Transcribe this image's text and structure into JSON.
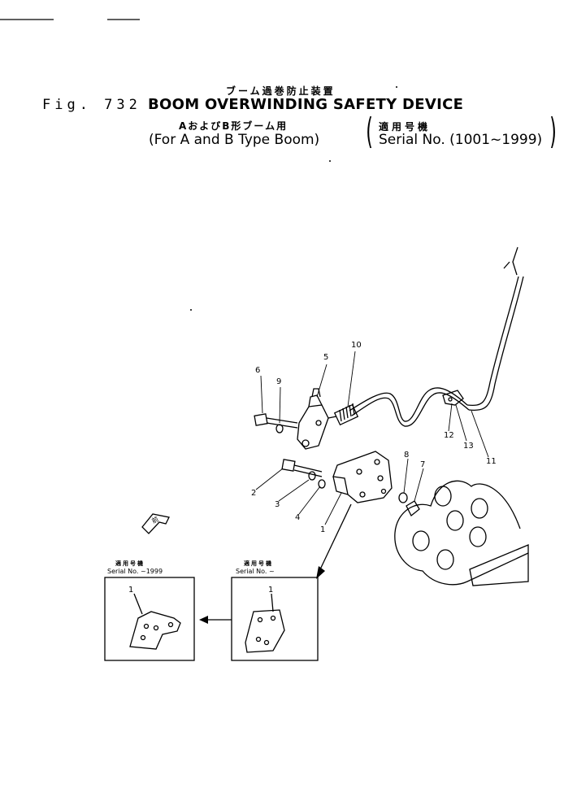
{
  "header": {
    "jp_title": "ブーム過巻防止装置",
    "fig_number": "Fig. 732",
    "title": "BOOM OVERWINDING SAFETY DEVICE",
    "jp_subtitle": "AおよびB形ブーム用",
    "subtitle": "(For A and B Type Boom)",
    "jp_applicability": "適用号機",
    "serial": "Serial No. (1001~1999)"
  },
  "callouts": [
    "1",
    "2",
    "3",
    "4",
    "5",
    "6",
    "7",
    "8",
    "9",
    "10",
    "11",
    "12",
    "13"
  ],
  "inset_left": {
    "jp_label": "適用号機",
    "serial": "Serial No.   ~1999",
    "part": "1"
  },
  "inset_right": {
    "jp_label": "適用号機",
    "serial": "Serial No.   ~",
    "part": "1"
  },
  "direction_arrow": "前"
}
